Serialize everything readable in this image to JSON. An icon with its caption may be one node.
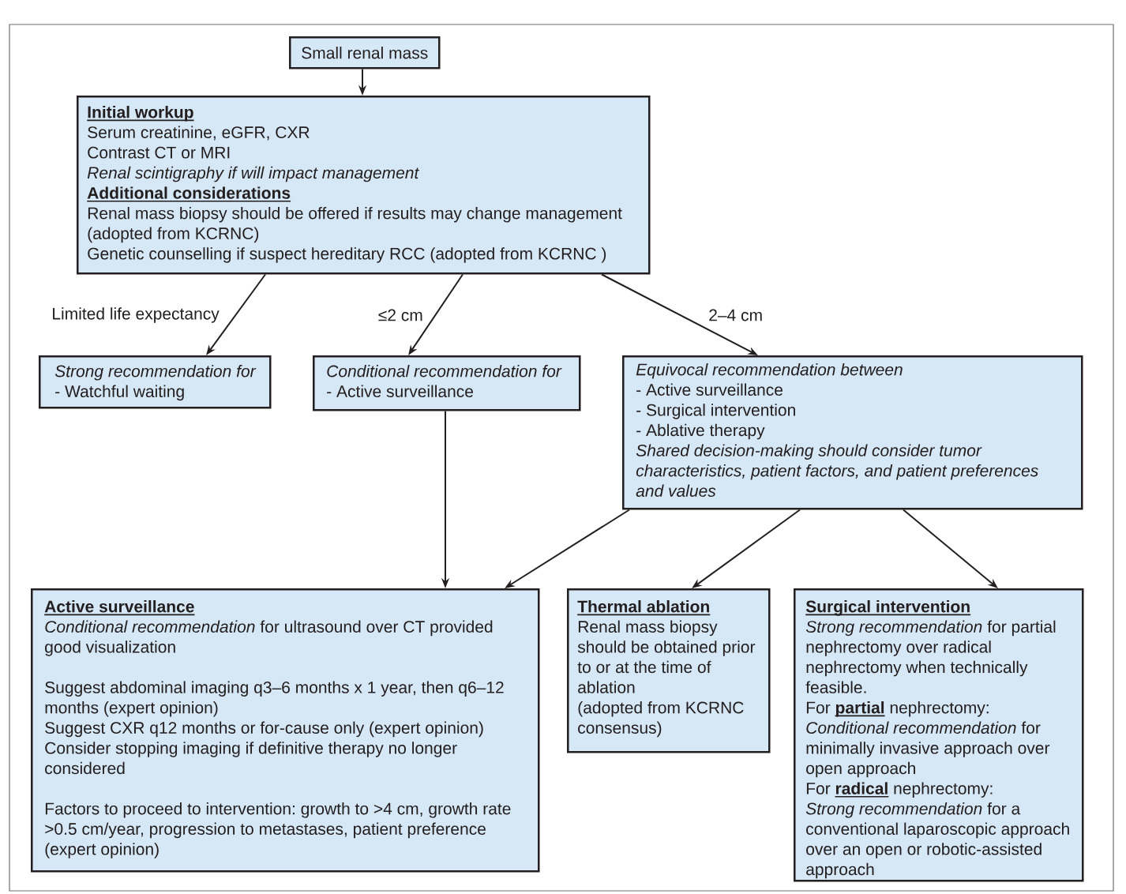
{
  "diagram": {
    "nodes": [
      {
        "text": [
          "Small renal mass"
        ]
      },
      {
        "text": [
          "Initial workup",
          "Serum creatinine, eGFR, CXR",
          "Contrast CT or MRI",
          "Renal scintigraphy if will impact management",
          "Additional considerations",
          "Renal mass biopsy should be offered if results may change management (adopted from KCRNC)",
          "Genetic counselling if suspect hereditary RCC (adopted from KCRNC )"
        ]
      },
      {
        "text": [
          "Strong recommendation for",
          "- Watchful waiting"
        ]
      },
      {
        "text": [
          "Conditional recommendation for",
          "- Active surveillance"
        ]
      },
      {
        "text": [
          "Equivocal recommendation between",
          "- Active surveillance",
          "- Surgical intervention",
          "- Ablative therapy",
          "Shared decision-making should consider tumor characteristics, patient factors, and patient preferences and values"
        ]
      },
      {
        "text": [
          "Active surveillance",
          "*Conditional recommendation* for ultrasound over CT provided good visualization",
          "Suggest abdominal imaging q3–6 months x 1 year, then q6–12 months (expert opinion)",
          "Suggest CXR q12 months or for-cause only (expert opinion)",
          "Consider stopping imaging if definitive therapy no longer considered",
          "Factors to proceed to intervention: growth to >4 cm, growth rate >0.5 cm/year, progression to metastases, patient preference (expert opinion)"
        ]
      },
      {
        "text": [
          "Thermal ablation",
          "Renal mass biopsy should be obtained prior to or at the time of ablation",
          "(adopted from KCRNC consensus)"
        ]
      },
      {
        "text": [
          "Surgical intervention",
          "*Strong recommendation* for partial nephrectomy over radical nephrectomy when technically feasible.",
          "For **partial** nephrectomy:",
          "*Conditional recommendation* for minimally invasive approach over open approach",
          "For **radical** nephrectomy:",
          "*Strong recommendation* for a conventional laparoscopic approach over an open or robotic-assisted approach"
        ]
      }
    ],
    "edges": [
      {
        "from": 0,
        "to": 1,
        "arrow": "to"
      },
      {
        "from": 1,
        "to": 2,
        "arrow": "to",
        "label": "Limited life expectancy"
      },
      {
        "from": 1,
        "to": 3,
        "arrow": "to",
        "label": "≤2 cm"
      },
      {
        "from": 1,
        "to": 4,
        "arrow": "to",
        "label": "2–4 cm"
      },
      {
        "from": 3,
        "to": 5,
        "arrow": "to"
      },
      {
        "from": 4,
        "to": 5,
        "arrow": "to"
      },
      {
        "from": 4,
        "to": 6,
        "arrow": "to"
      },
      {
        "from": 4,
        "to": 7,
        "arrow": "to"
      }
    ]
  }
}
